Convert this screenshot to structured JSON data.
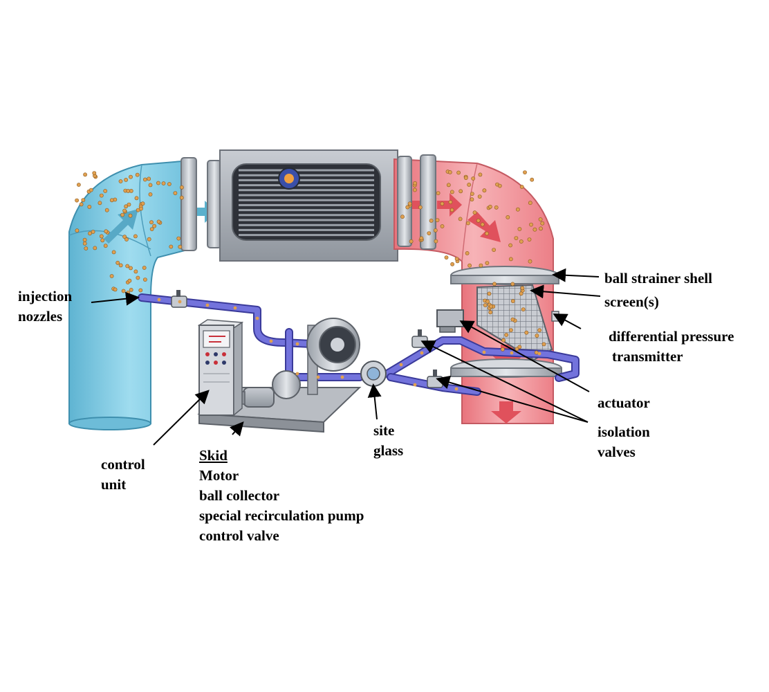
{
  "labels": {
    "injection_nozzles": [
      "injection",
      "nozzles"
    ],
    "control_unit": [
      "control",
      "unit"
    ],
    "skid": {
      "heading": "Skid",
      "items": [
        "Motor",
        "ball collector",
        "special recirculation pump",
        "control valve"
      ]
    },
    "site_glass": [
      "site",
      "glass"
    ],
    "ball_strainer_shell": "ball strainer shell",
    "screens": "screen(s)",
    "differential_pressure_transmitter": [
      "differential pressure",
      "transmitter"
    ],
    "actuator": "actuator",
    "isolation_valves": [
      "isolation",
      "valves"
    ]
  },
  "colors": {
    "cold_pipe": "#7cc8e0",
    "hot_pipe": "#f08c92",
    "recirculation_line": "#6f6fd8",
    "condenser_body": "#a9adb3",
    "ball": "#e0a050"
  }
}
